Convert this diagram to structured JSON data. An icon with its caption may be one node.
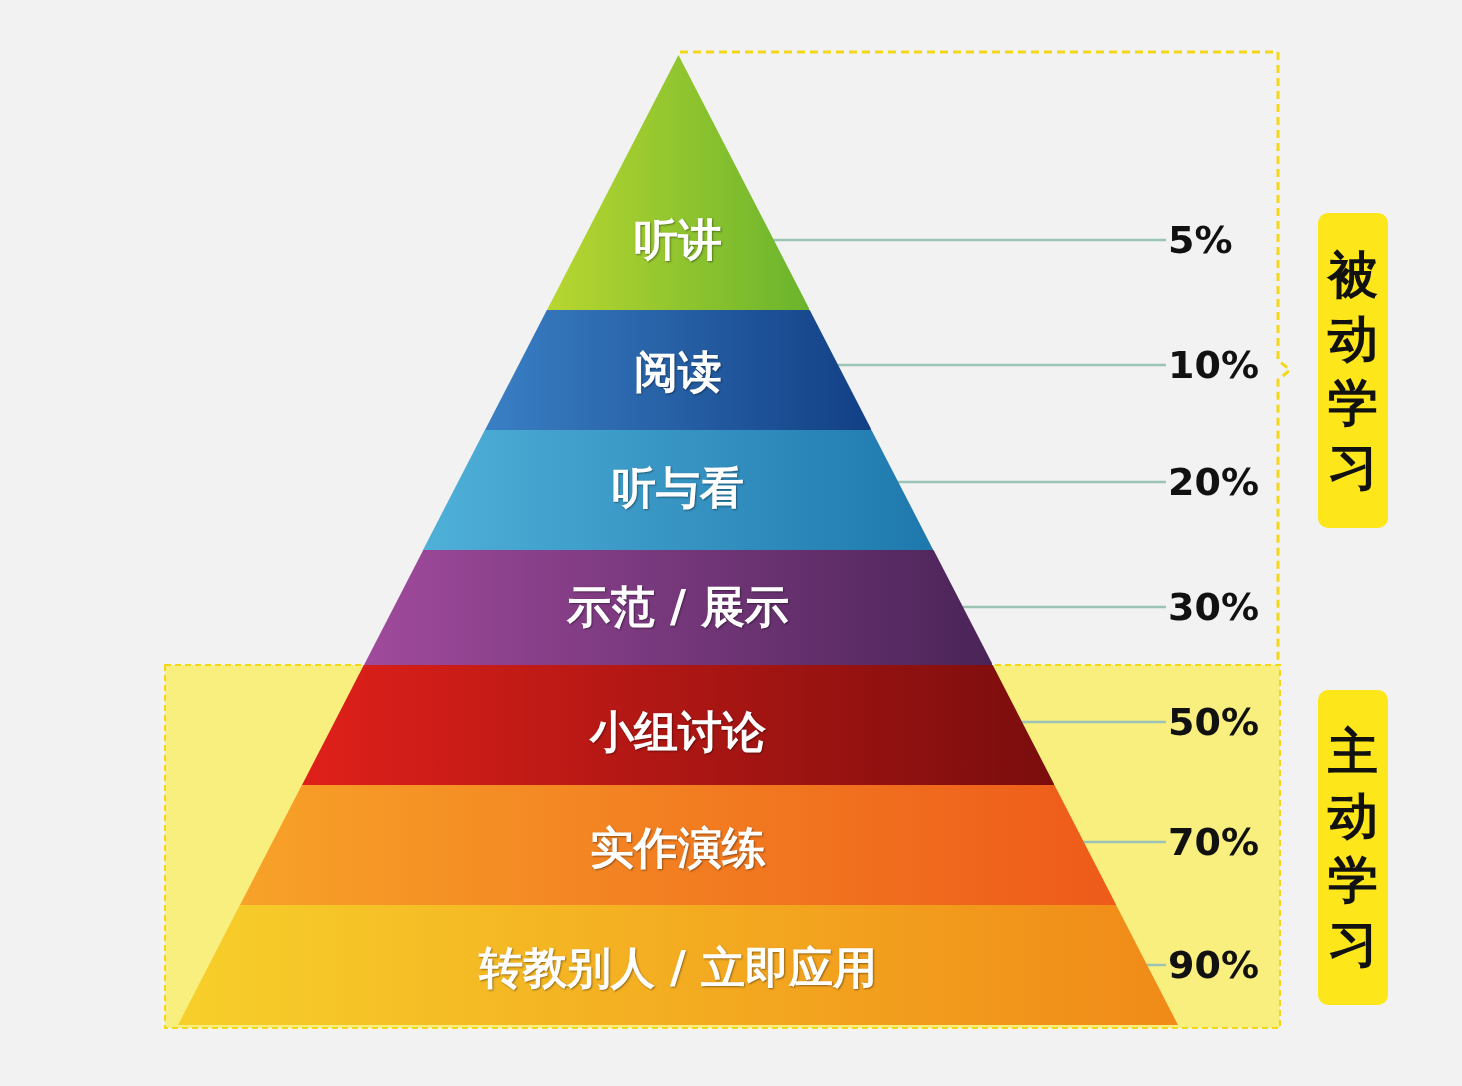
{
  "diagram": {
    "nodes": [
      {
        "text": [
          "听讲"
        ]
      },
      {
        "text": [
          "阅读"
        ]
      },
      {
        "text": [
          "听与看"
        ]
      },
      {
        "text": [
          "示范 / 展示"
        ]
      },
      {
        "text": [
          "小组讨论"
        ]
      },
      {
        "text": [
          "实作演练"
        ]
      },
      {
        "text": [
          "转教别人 / 立即应用"
        ]
      },
      {
        "text": [
          "5%"
        ]
      },
      {
        "text": [
          "10%"
        ]
      },
      {
        "text": [
          "20%"
        ]
      },
      {
        "text": [
          "30%"
        ]
      },
      {
        "text": [
          "50%"
        ]
      },
      {
        "text": [
          "70%"
        ]
      },
      {
        "text": [
          "90%"
        ]
      },
      {
        "text": [
          "被动学习"
        ]
      },
      {
        "text": [
          "主动学习"
        ]
      }
    ],
    "edges": [
      {
        "from": 0,
        "to": 7,
        "arrow": "none"
      },
      {
        "from": 1,
        "to": 8,
        "arrow": "none"
      },
      {
        "from": 2,
        "to": 9,
        "arrow": "none"
      },
      {
        "from": 3,
        "to": 10,
        "arrow": "none"
      },
      {
        "from": 4,
        "to": 11,
        "arrow": "none"
      },
      {
        "from": 5,
        "to": 12,
        "arrow": "none"
      },
      {
        "from": 6,
        "to": 13,
        "arrow": "none"
      }
    ]
  }
}
